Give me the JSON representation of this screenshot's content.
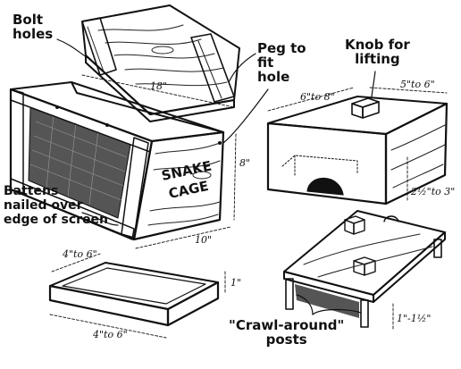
{
  "labels": {
    "bolt_holes": "Bolt\nholes",
    "peg": "Peg to\nfit\nhole",
    "knob": "Knob for\nlifting",
    "battens": "Battens\nnailed over\nedge of screen",
    "crawl": "\"Crawl-around\"\nposts",
    "snake_cage_1": "SNAKE",
    "snake_cage_2": "CAGE"
  },
  "dimensions": {
    "box_length": "18\"",
    "box_height": "8\"",
    "box_depth": "10\"",
    "shelter_length": "6\"to 8\"",
    "shelter_width": "5\"to 6\"",
    "shelter_height": "2½\"to 3\"",
    "tray_width": "4\"to 6\"",
    "tray_length": "4\"to 6\"",
    "tray_height": "1\"",
    "post_height": "1\"-1½\""
  },
  "colors": {
    "ink": "#111111",
    "paper": "#ffffff",
    "wood_shade": "#6b6b6b"
  }
}
